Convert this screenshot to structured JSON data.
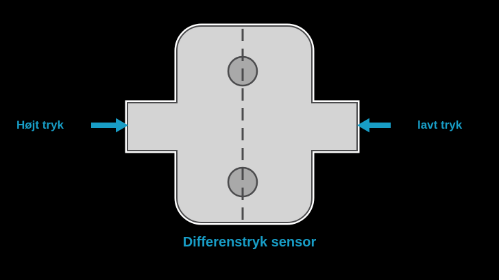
{
  "colors": {
    "background": "#000000",
    "accent": "#189dc6",
    "body_fill": "#d4d4d4",
    "body_outline": "#4b4b4d",
    "port_fill": "#a9a9a9",
    "fringe": "#ffffff"
  },
  "diagram": {
    "high_pressure_label": "Højt tryk",
    "low_pressure_label": "lavt tryk",
    "caption": "Differenstryk sensor",
    "icons": {
      "left_arrow": "arrow-pointing-right",
      "right_arrow": "arrow-pointing-left"
    }
  }
}
